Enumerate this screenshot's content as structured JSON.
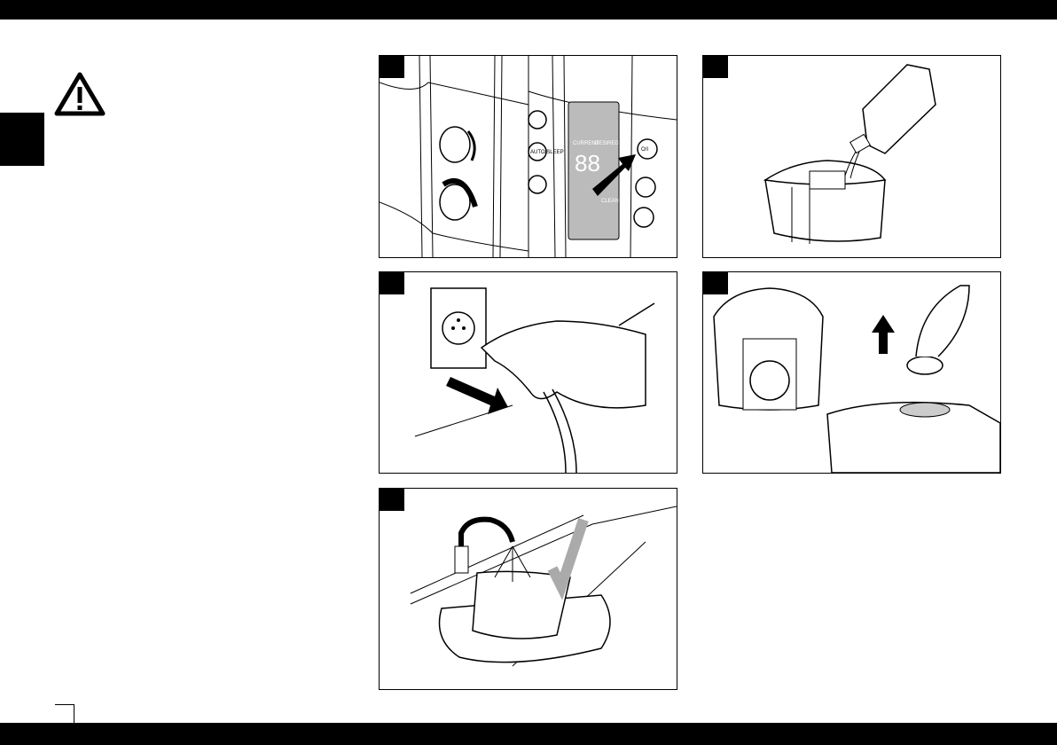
{
  "figures": [
    {
      "id": "A",
      "display_labels": {
        "current": "CURRENT",
        "desired": "DESIRED",
        "digits": "88",
        "clean": "CLEAN",
        "auto_sleep": "AUTO/SLEEP",
        "power": "O/I"
      }
    },
    {
      "id": "B"
    },
    {
      "id": "C"
    },
    {
      "id": "D"
    },
    {
      "id": "E"
    }
  ]
}
